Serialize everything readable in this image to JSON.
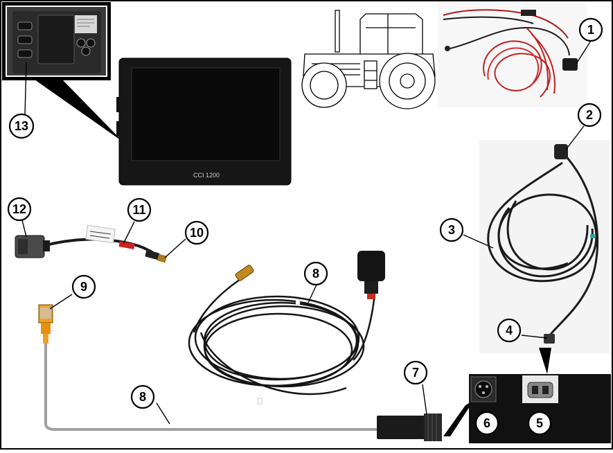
{
  "diagram": {
    "callouts": [
      {
        "id": "1",
        "label": "1"
      },
      {
        "id": "2",
        "label": "2"
      },
      {
        "id": "3",
        "label": "3"
      },
      {
        "id": "4",
        "label": "4"
      },
      {
        "id": "5",
        "label": "5"
      },
      {
        "id": "6",
        "label": "6"
      },
      {
        "id": "7",
        "label": "7"
      },
      {
        "id": "8a",
        "label": "8"
      },
      {
        "id": "8b",
        "label": "8"
      },
      {
        "id": "9",
        "label": "9"
      },
      {
        "id": "10",
        "label": "10"
      },
      {
        "id": "11",
        "label": "11"
      },
      {
        "id": "12",
        "label": "12"
      },
      {
        "id": "13",
        "label": "13"
      }
    ],
    "terminal_logo": "CCI 1200"
  }
}
